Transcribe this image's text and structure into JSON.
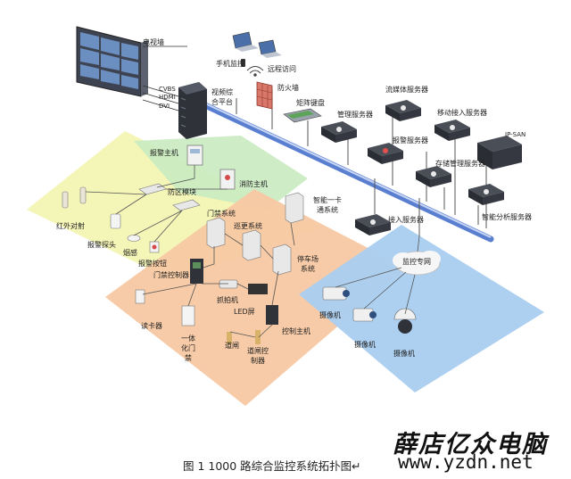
{
  "labels": {
    "tv_wall": "电视墙",
    "mobile_monitor": "手机监控",
    "remote_access": "远程访问",
    "cvbs": "CVBS",
    "hdmi": "HDMI",
    "dvi": "DVI",
    "video_platform": "视频综合平台",
    "firewall": "防火墙",
    "matrix_keyboard": "矩阵键盘",
    "management_server": "管理服务器",
    "streaming_server": "流媒体服务器",
    "mobile_access_server": "移动接入服务器",
    "ip_san": "IP-SAN",
    "alarm_server": "报警服务器",
    "storage_server": "存储管理服务器",
    "access_server": "接入服务器",
    "analysis_server": "智能分析服务器",
    "alarm_host": "报警主机",
    "fire_host": "消防主机",
    "zone_module": "防区模块",
    "infrared": "红外对射",
    "alarm_probe": "报警探头",
    "smoke": "烟感",
    "alarm_button": "报警按钮",
    "access_system": "门禁系统",
    "patrol_system": "巡更系统",
    "smartcard_system": "智能一卡通系统",
    "parking_system": "停车场系统",
    "access_controller": "门禁控制器",
    "capture_camera": "抓拍机",
    "led_screen": "LED屏",
    "card_reader": "读卡器",
    "integrated_access": "一体化门禁",
    "gate": "道闸",
    "gate_controller": "道闸控制器",
    "control_host": "控制主机",
    "monitor_network": "监控专网",
    "camera_1": "摄像机",
    "camera_2": "摄像机",
    "camera_3": "摄像机"
  },
  "caption": "图 1 1000 路综合监控系统拓扑图↵",
  "watermark_cn": "薛店亿众电脑",
  "watermark_url": "www.yzdn.net",
  "colors": {
    "zone_yellow": "#f3f5b4",
    "zone_green": "#c9ebc1",
    "zone_orange": "#f7c8a2",
    "zone_blue": "#a9cdf0",
    "backbone": "#5a7fd0",
    "device_dark": "#3a3d44",
    "firewall": "#d9776a"
  },
  "icons": [
    "tv-wall-icon",
    "laptop-icon",
    "phone-icon",
    "wifi-icon",
    "server-icon",
    "firewall-icon",
    "keyboard-icon",
    "camera-icon",
    "dome-camera-icon",
    "cloud-icon",
    "sensor-icon",
    "card-reader-icon",
    "led-icon",
    "gate-icon"
  ]
}
